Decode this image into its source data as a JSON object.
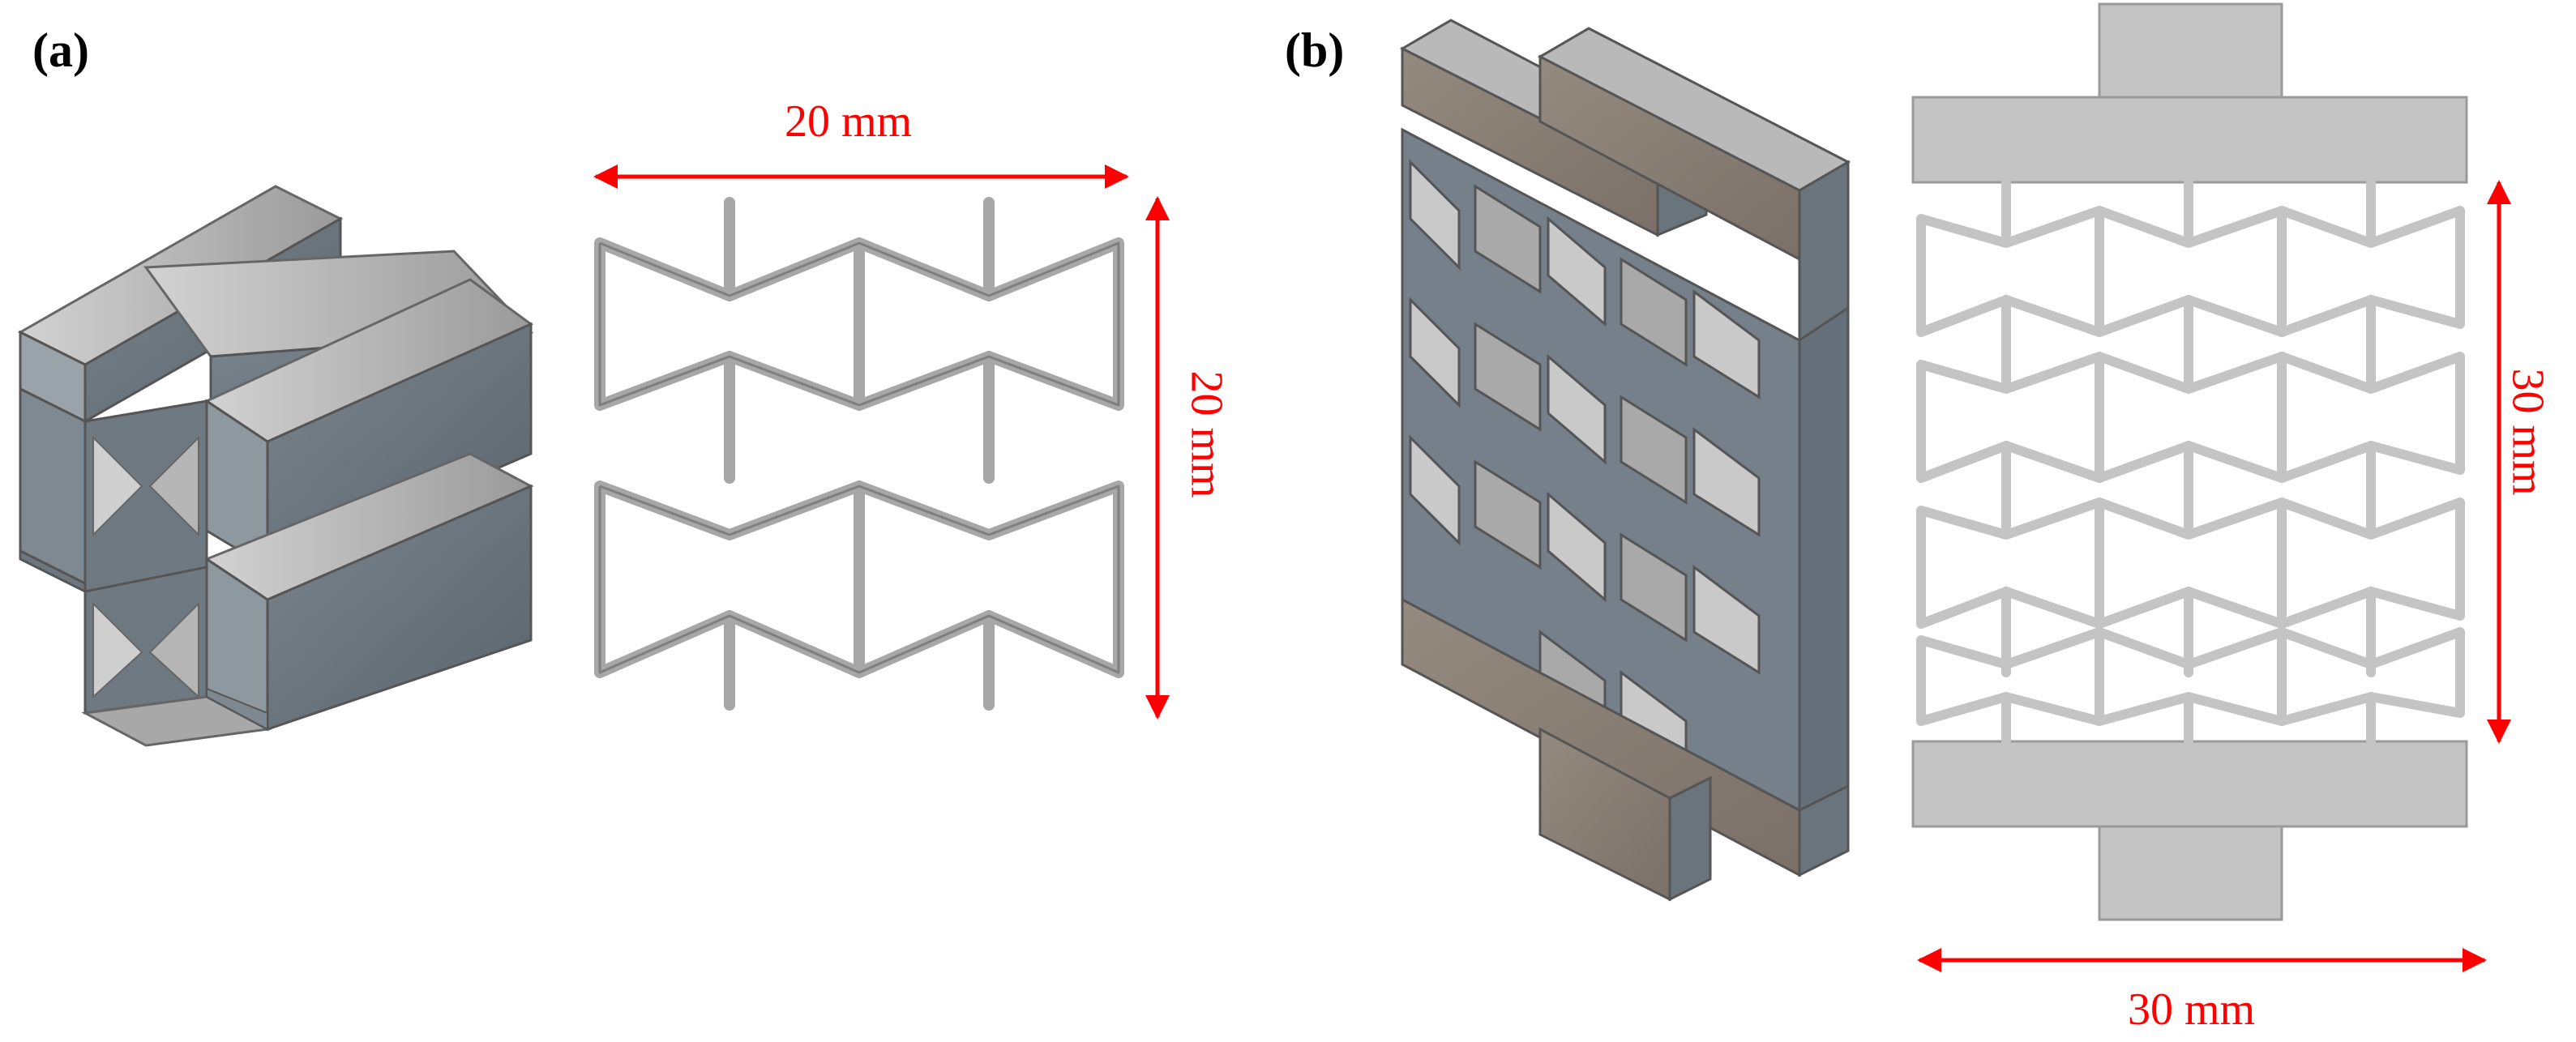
{
  "panels": [
    {
      "label": "(a)",
      "dimension_width": "20 mm",
      "dimension_height": "20 mm"
    },
    {
      "label": "(b)",
      "dimension_width": "30 mm",
      "dimension_height": "30 mm"
    }
  ],
  "colors": {
    "dimension": "#ff0000",
    "steel_light": "#c9c9c9",
    "steel_side": "#6d7780",
    "steel_top": "#a6a6a6",
    "plate_brown": "#8a7f74",
    "section_fill": "#c4c4c4",
    "section_edge": "#8f8f8f"
  }
}
